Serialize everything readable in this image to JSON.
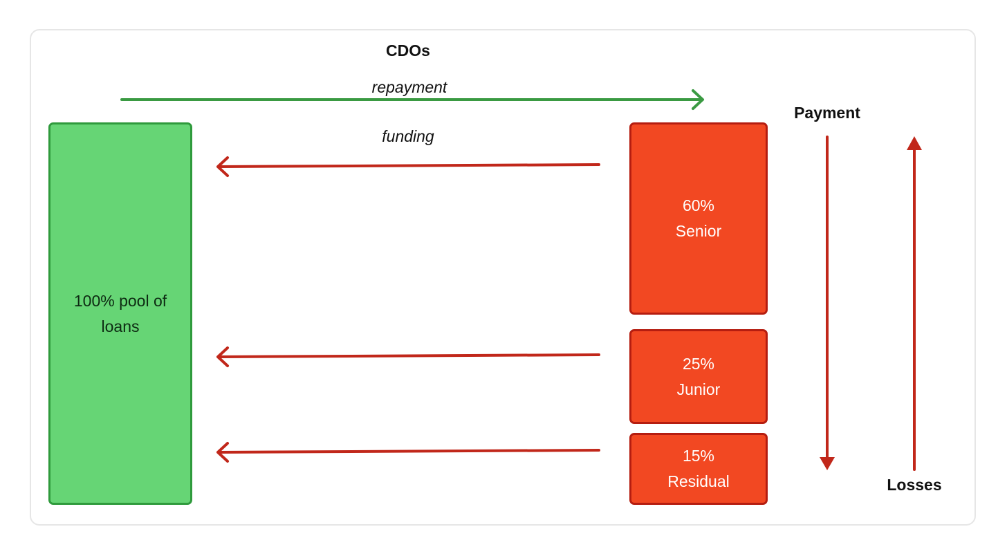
{
  "diagram": {
    "title": "CDOs",
    "repayment_label": "repayment",
    "funding_label": "funding",
    "payment_label": "Payment",
    "losses_label": "Losses"
  },
  "pool": {
    "label": "100% pool of loans"
  },
  "tranches": [
    {
      "percent": "60%",
      "name": "Senior"
    },
    {
      "percent": "25%",
      "name": "Junior"
    },
    {
      "percent": "15%",
      "name": "Residual"
    }
  ],
  "colors": {
    "green_fill": "#66d575",
    "green_stroke": "#2f9a3c",
    "red_fill": "#f24822",
    "red_stroke": "#b51d10",
    "arrow_red": "#c1271a",
    "arrow_green": "#3a9a42"
  }
}
